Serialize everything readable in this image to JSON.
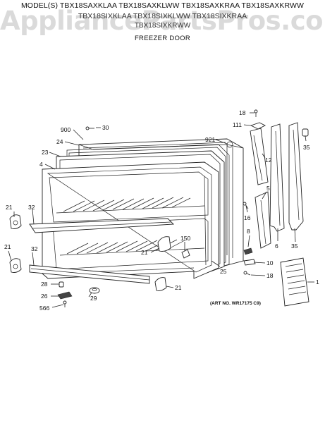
{
  "header": {
    "models_line1": "MODEL(S) TBX18SAXKLAA  TBX18SAXKLWW  TBX18SAXKRAA  TBX18SAXKRWW",
    "models_line2": "TBX18SIXKLAA  TBX18SIXKLWW  TBX18SIXKRAA",
    "models_line3": "TBX18SIXKRWW",
    "subtitle": "FREEZER DOOR"
  },
  "watermark": "AppliancePartsPros.com",
  "art_number": "(ART NO. WR17175 C9)",
  "callouts": {
    "c18a": "18",
    "c111": "111",
    "c30": "30",
    "c900": "900",
    "c24": "24",
    "c921": "921",
    "c35a": "35",
    "c23": "23",
    "c12": "12",
    "c4": "4",
    "c5": "5",
    "c21a": "21",
    "c32a": "32",
    "c16": "16",
    "c8": "8",
    "c150": "150",
    "c21b": "21",
    "c6": "6",
    "c35b": "35",
    "c21c": "21",
    "c32b": "32",
    "c25": "25",
    "c10": "10",
    "c18b": "18",
    "c1": "1",
    "c28": "28",
    "c21d": "21",
    "c26": "26",
    "c29": "29",
    "c566": "566"
  }
}
